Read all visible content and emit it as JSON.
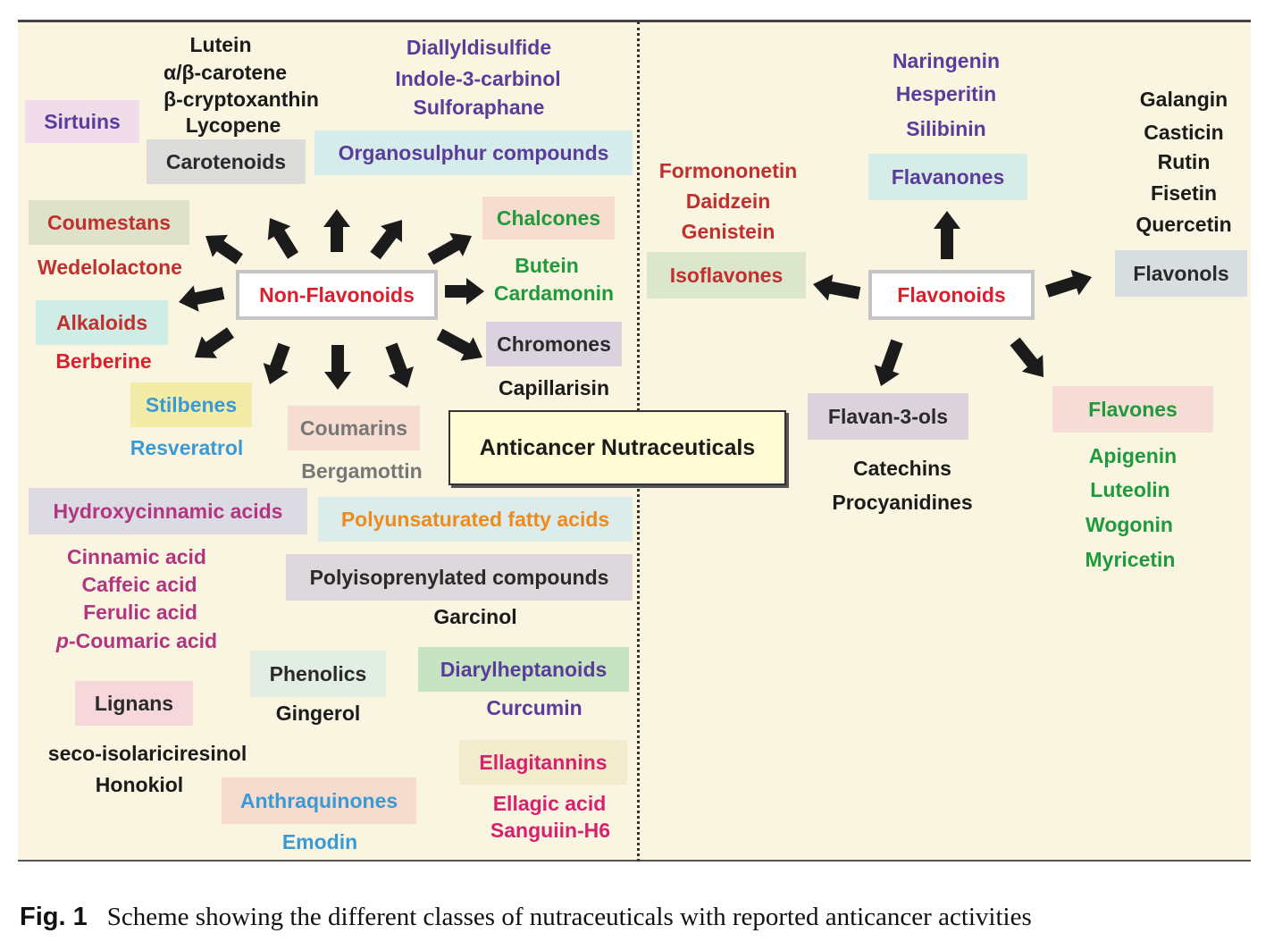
{
  "center": {
    "label": "Anticancer Nutraceuticals"
  },
  "hubs": {
    "non_flavonoids": "Non-Flavonoids",
    "flavonoids": "Flavonoids"
  },
  "classes": {
    "sirtuins": "Sirtuins",
    "carotenoids": "Carotenoids",
    "organosulphur": "Organosulphur compounds",
    "coumestans": "Coumestans",
    "chalcones": "Chalcones",
    "alkaloids": "Alkaloids",
    "chromones": "Chromones",
    "stilbenes": "Stilbenes",
    "coumarins": "Coumarins",
    "hydroxycinnamic": "Hydroxycinnamic acids",
    "pufa": "Polyunsaturated fatty acids",
    "polyisoprenylated": "Polyisoprenylated compounds",
    "phenolics": "Phenolics",
    "diarylheptanoids": "Diarylheptanoids",
    "lignans": "Lignans",
    "ellagitannins": "Ellagitannins",
    "anthraquinones": "Anthraquinones",
    "isoflavones": "Isoflavones",
    "flavanones": "Flavanones",
    "flavonols": "Flavonols",
    "flavan3ols": "Flavan-3-ols",
    "flavones": "Flavones"
  },
  "compounds": {
    "carotenoid_list": [
      "Lutein",
      "α/β-carotene",
      "β-cryptoxanthin",
      "Lycopene"
    ],
    "organosulphur_list": [
      "Diallyldisulfide",
      "Indole-3-carbinol",
      "Sulforaphane"
    ],
    "wedelolactone": "Wedelolactone",
    "berberine": "Berberine",
    "chalcone_list": [
      "Butein",
      "Cardamonin"
    ],
    "capillarisin": "Capillarisin",
    "resveratrol": "Resveratrol",
    "bergamottin": "Bergamottin",
    "hydroxycinnamic_list": [
      "Cinnamic acid",
      "Caffeic acid",
      "Ferulic acid"
    ],
    "p_coumaric_prefix": "p",
    "p_coumaric_rest": "-Coumaric acid",
    "garcinol": "Garcinol",
    "gingerol": "Gingerol",
    "curcumin": "Curcumin",
    "lignan_list": [
      "seco-isolariciresinol",
      "Honokiol"
    ],
    "emodin": "Emodin",
    "ellagitannin_list": [
      "Ellagic acid",
      "Sanguiin-H6"
    ],
    "isoflavone_list": [
      "Formononetin",
      "Daidzein",
      "Genistein"
    ],
    "flavanone_list": [
      "Naringenin",
      "Hesperitin",
      "Silibinin"
    ],
    "flavonol_list": [
      "Galangin",
      "Casticin",
      "Rutin",
      "Fisetin",
      "Quercetin"
    ],
    "flavan3ol_list": [
      "Catechins",
      "Procyanidines"
    ],
    "flavone_list": [
      "Apigenin",
      "Luteolin",
      "Wogonin",
      "Myricetin"
    ]
  },
  "caption": {
    "label": "Fig. 1",
    "text": "Scheme showing the different classes of nutraceuticals with reported anticancer activities"
  },
  "colors": {
    "background": "#f9f5e0",
    "red": "#c0302e",
    "purple": "#5a3c9a",
    "green": "#1f9a3c",
    "blue": "#3a9ad6",
    "magenta": "#b03680",
    "orange": "#ef8a1c",
    "pink": "#d8206e",
    "dark": "#1b1b1b"
  }
}
